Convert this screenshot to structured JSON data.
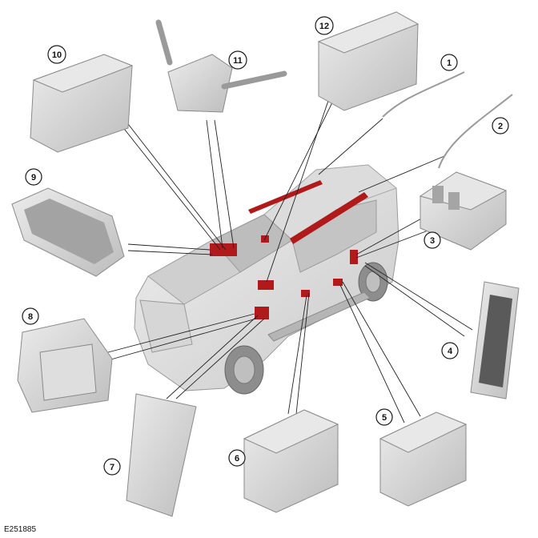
{
  "figure_id": "E251885",
  "callouts": [
    {
      "number": "1"
    },
    {
      "number": "2"
    },
    {
      "number": "3"
    },
    {
      "number": "4"
    },
    {
      "number": "5"
    },
    {
      "number": "6"
    },
    {
      "number": "7"
    },
    {
      "number": "8"
    },
    {
      "number": "9"
    },
    {
      "number": "10"
    },
    {
      "number": "11"
    },
    {
      "number": "12"
    }
  ],
  "colors": {
    "highlight": "#b01a1a",
    "vehicle_fill": "#e2e2e2",
    "module_fill": "#d8d8d8",
    "line": "#222222"
  },
  "icons": {
    "vehicle": "suv-vehicle-icon",
    "module": "electronic-control-module-icon",
    "switch": "steering-column-switch-icon",
    "antenna": "roof-antenna-cable-icon"
  }
}
